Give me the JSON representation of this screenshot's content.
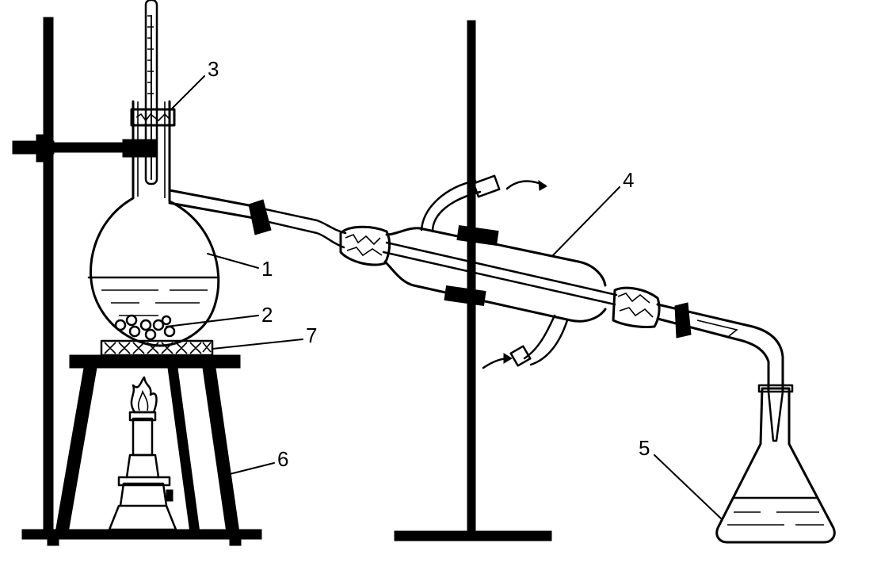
{
  "diagram": {
    "labels": {
      "flask": "1",
      "boiling_chips": "2",
      "stopper": "3",
      "condenser": "4",
      "receiver": "5",
      "tripod": "6",
      "gauze": "7"
    }
  },
  "colors": {
    "ink": "#000000",
    "background": "#ffffff"
  }
}
